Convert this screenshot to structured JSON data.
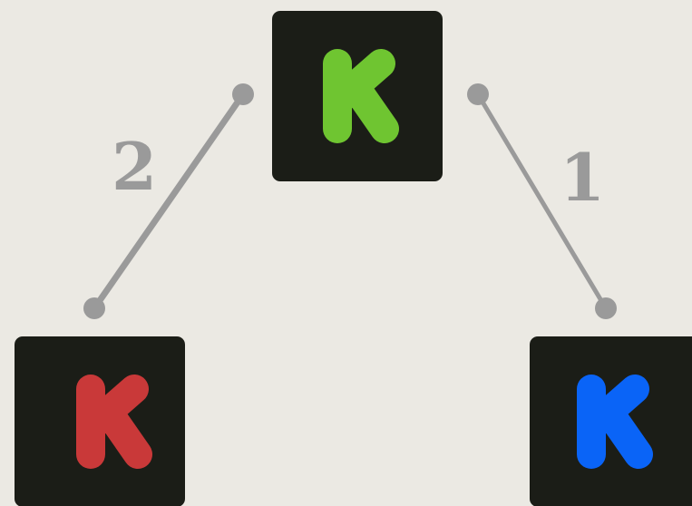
{
  "nodes": [
    {
      "id": "top",
      "icon": "kickstarter-k-icon",
      "color": "#6fc531"
    },
    {
      "id": "left",
      "icon": "kickstarter-k-icon",
      "color": "#c93939"
    },
    {
      "id": "right",
      "icon": "kickstarter-k-icon",
      "color": "#0a64f7"
    }
  ],
  "edges": [
    {
      "from": "top",
      "to": "left",
      "label": "2"
    },
    {
      "from": "top",
      "to": "right",
      "label": "1"
    }
  ],
  "colors": {
    "background": "#ebe9e3",
    "node_fill": "#1b1d17",
    "connector": "#9a9a9a"
  }
}
